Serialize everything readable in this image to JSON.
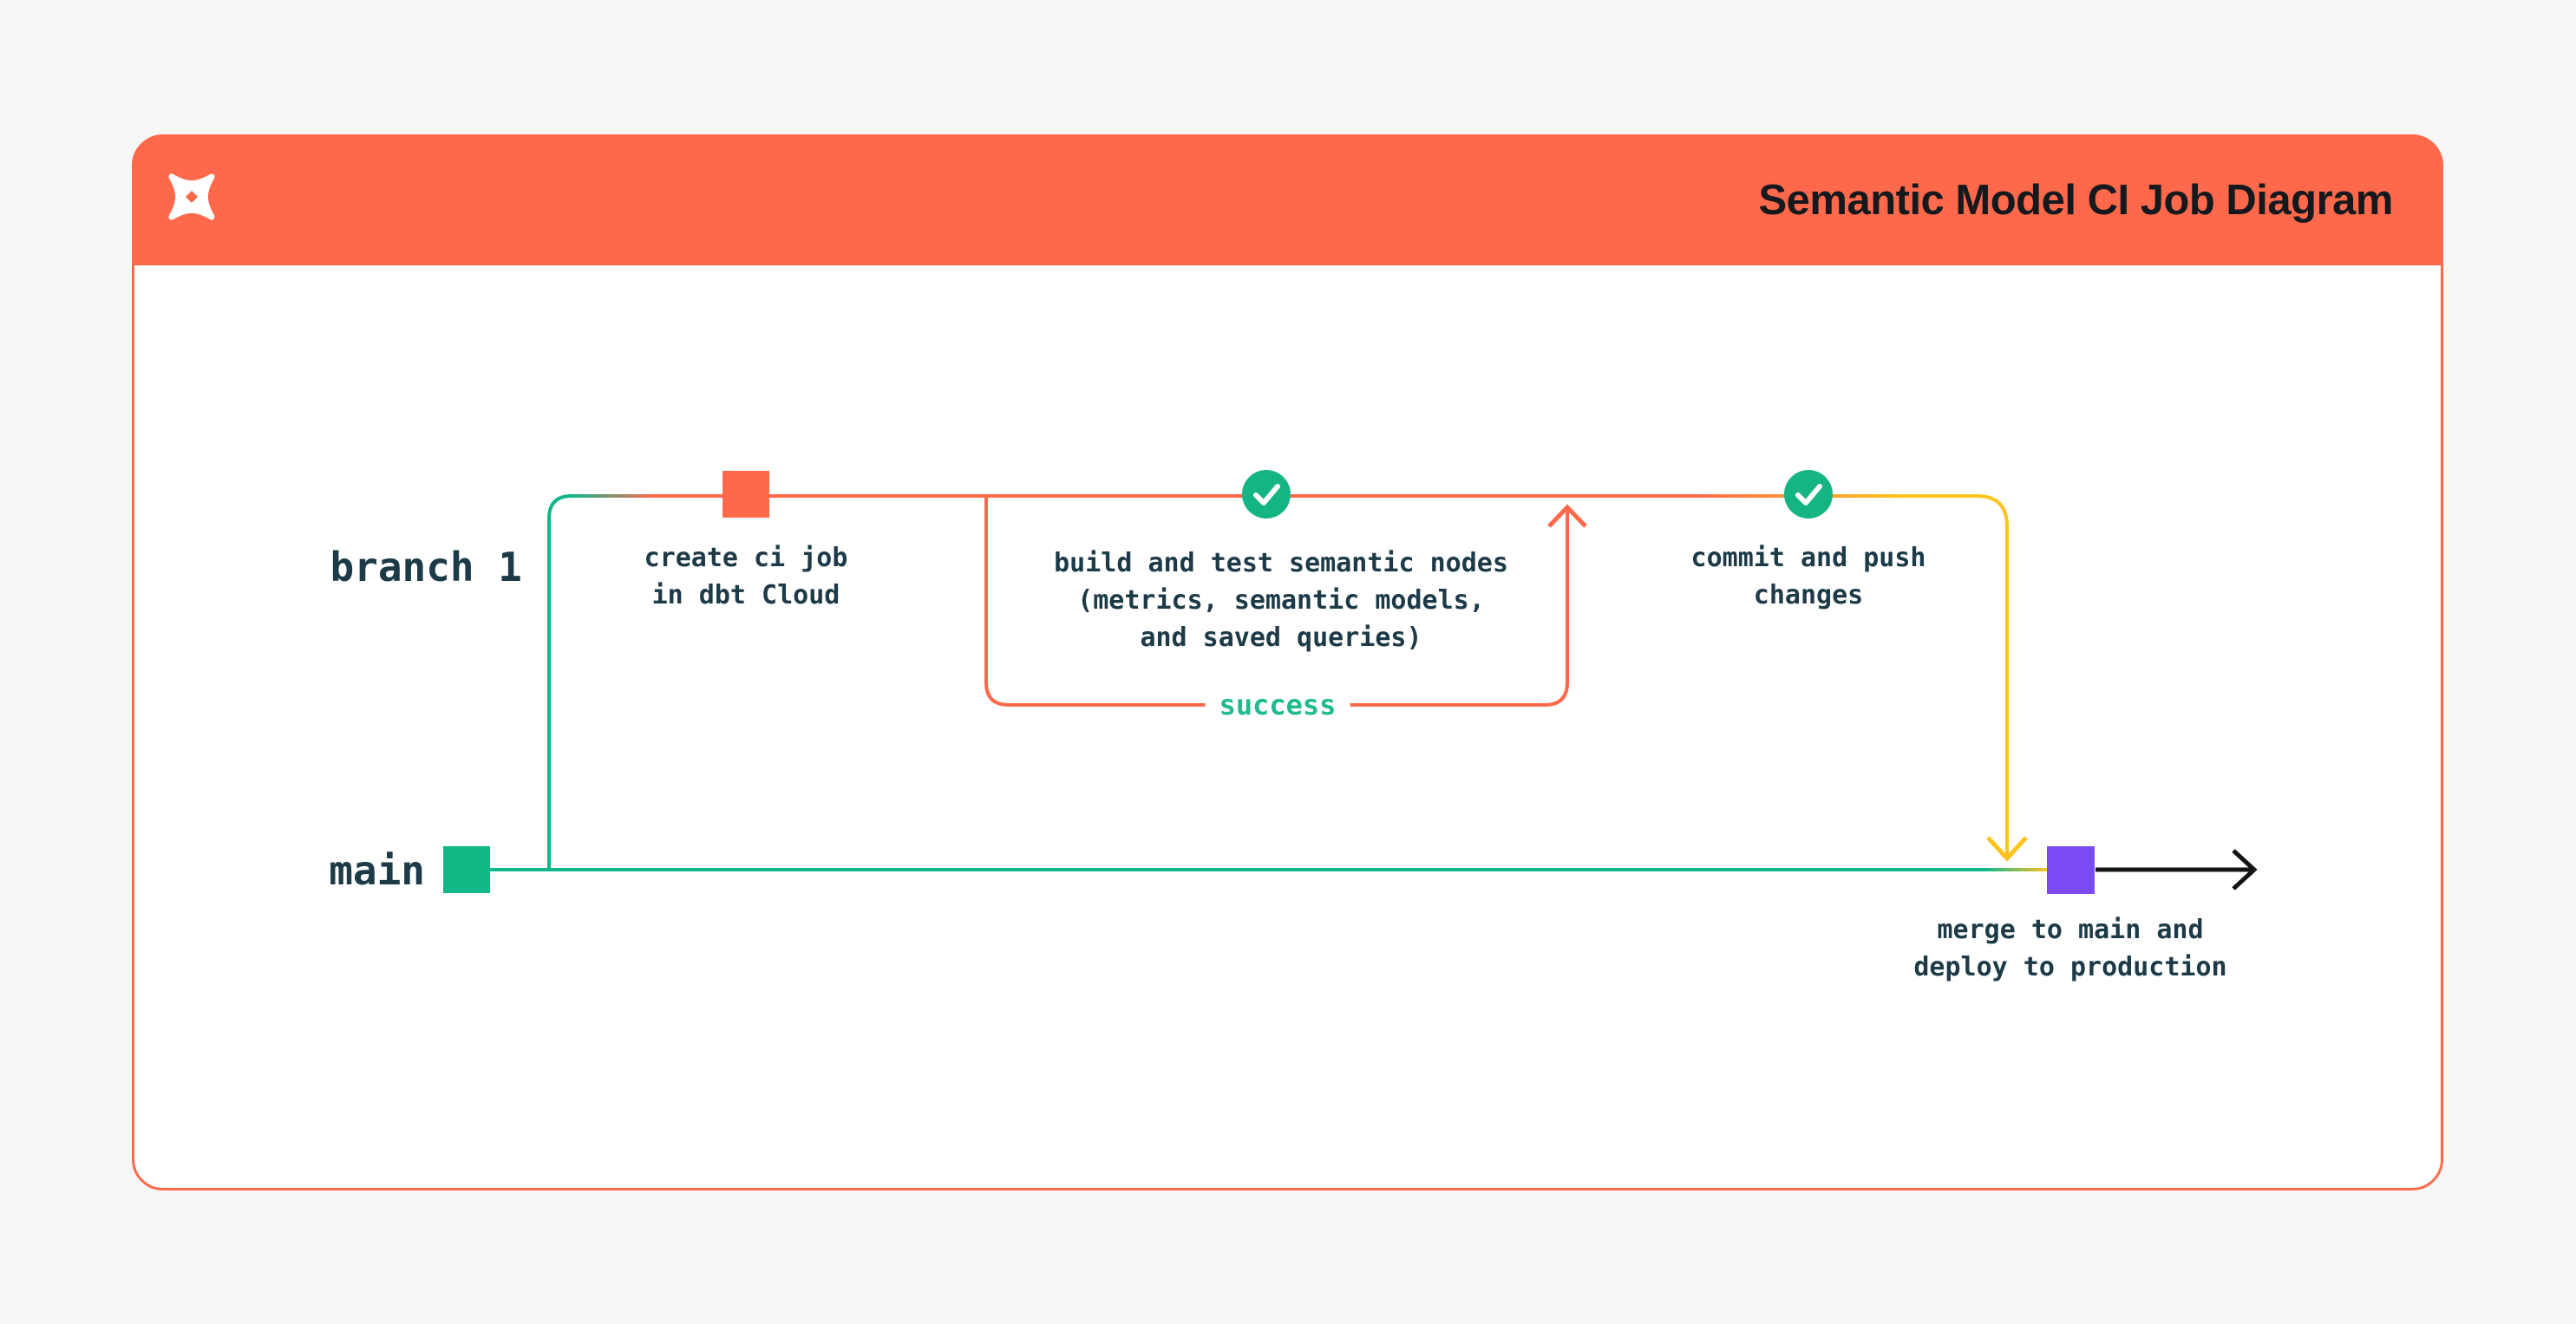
{
  "header": {
    "title": "Semantic Model CI Job Diagram",
    "logo_icon": "dbt-star-logo"
  },
  "tracks": {
    "branch": {
      "label": "branch 1"
    },
    "main": {
      "label": "main"
    }
  },
  "nodes": {
    "create_ci_job": {
      "label": "create ci job\nin dbt Cloud",
      "marker": "orange-commit-square"
    },
    "build_and_test": {
      "label": "build and test semantic nodes\n(metrics, semantic models,\nand saved queries)",
      "marker": "check-circle"
    },
    "commit_and_push": {
      "label": "commit and push\nchanges",
      "marker": "check-circle"
    },
    "merge_to_main": {
      "label": "merge to main and\ndeploy to production",
      "marker": "purple-commit-square"
    }
  },
  "edges": {
    "success_label": "success",
    "flow": [
      "branch off main",
      "create ci job",
      "build and test (success loop)",
      "commit and push",
      "merge back to main",
      "deploy arrow"
    ]
  },
  "icons": {
    "logo": "dbt-star-logo",
    "check": "check-circle",
    "arrow_right": "flow-arrow-right",
    "arrow_up": "flow-arrow-up",
    "arrow_down": "flow-arrow-down"
  },
  "colors": {
    "header_bg": "#ff694b",
    "orange": "#ff694b",
    "green_line": "#11b78a",
    "green_square": "#12b886",
    "green_check": "#15b583",
    "green_text": "#1fba8e",
    "yellow": "#fcc41c",
    "purple": "#7c4af3",
    "ink": "#1c3a47",
    "title_ink": "#15191e",
    "card_bg": "#ffffff",
    "page_bg": "#f7f7f8",
    "black_arrow": "#131313"
  }
}
